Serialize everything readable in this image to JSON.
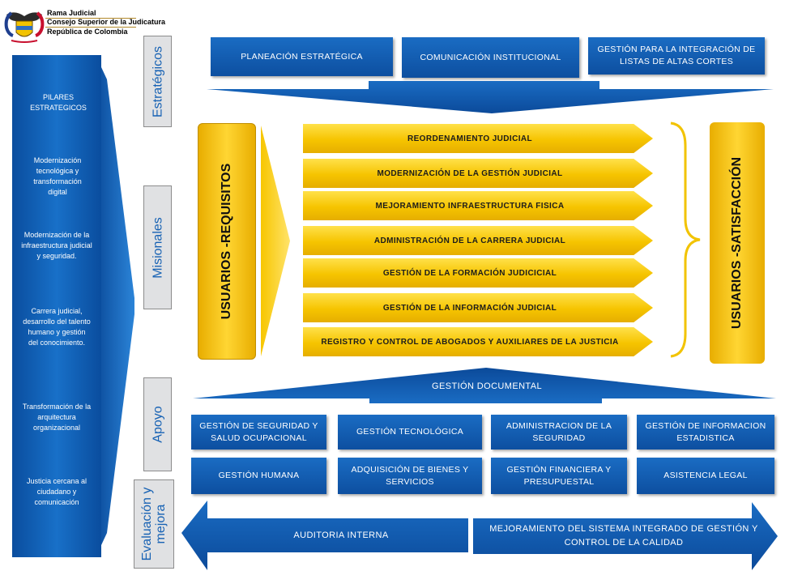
{
  "header": {
    "line1": "Rama Judicial",
    "line2": "Consejo Superior de la Judicatura",
    "line3": "República de Colombia"
  },
  "pillars": {
    "title": "PILARES ESTRATEGICOS",
    "items": [
      "Modernización tecnológica y transformación digital",
      "Modernización de la infraestructura judicial y seguridad.",
      "Carrera judicial, desarrollo del talento humano y gestión del conocimiento.",
      "Transformación de la arquitectura organizacional",
      "Justicia cercana al ciudadano y comunicación"
    ]
  },
  "categories": {
    "estrategicos": "Estratégicos",
    "misionales": "Misionales",
    "apoyo": "Apoyo",
    "evaluacion_line1": "Evaluación y",
    "evaluacion_line2": "mejora"
  },
  "strategic": [
    "PLANEACIÓN ESTRATÉGICA",
    "COMUNICACIÓN INSTITUCIONAL",
    "GESTIÓN PARA LA INTEGRACIÓN DE LISTAS DE ALTAS CORTES"
  ],
  "requisitos": "USUARIOS -REQUISITOS",
  "satisfaccion": "USUARIOS -SATISFACCIÓN",
  "missional": [
    "REORDENAMIENTO JUDICIAL",
    "MODERNIZACIÓN DE LA GESTIÓN JUDICIAL",
    "MEJORAMIENTO INFRAESTRUCTURA FISICA",
    "ADMINISTRACIÓN DE LA CARRERA JUDICIAL",
    "GESTIÓN DE LA FORMACIÓN JUDICICIAL",
    "GESTIÓN DE LA INFORMACIÓN JUDICIAL",
    "REGISTRO Y CONTROL DE ABOGADOS Y AUXILIARES DE LA JUSTICIA"
  ],
  "gestion_documental": "GESTIÓN DOCUMENTAL",
  "support": [
    "GESTIÓN DE SEGURIDAD Y SALUD OCUPACIONAL",
    "GESTIÓN TECNOLÓGICA",
    "ADMINISTRACION DE LA SEGURIDAD",
    "GESTIÓN DE INFORMACION ESTADISTICA",
    "GESTIÓN HUMANA",
    "ADQUISICIÓN DE BIENES Y SERVICIOS",
    "GESTIÓN FINANCIERA Y PRESUPUESTAL",
    "ASISTENCIA LEGAL"
  ],
  "evaluation": {
    "left": "AUDITORIA INTERNA",
    "right": "MEJORAMIENTO DEL SISTEMA INTEGRADO DE GESTIÓN Y CONTROL DE LA CALIDAD"
  },
  "colors": {
    "blue": "#1762b4",
    "yellow": "#f6c400",
    "grey": "#e0e1e3"
  }
}
